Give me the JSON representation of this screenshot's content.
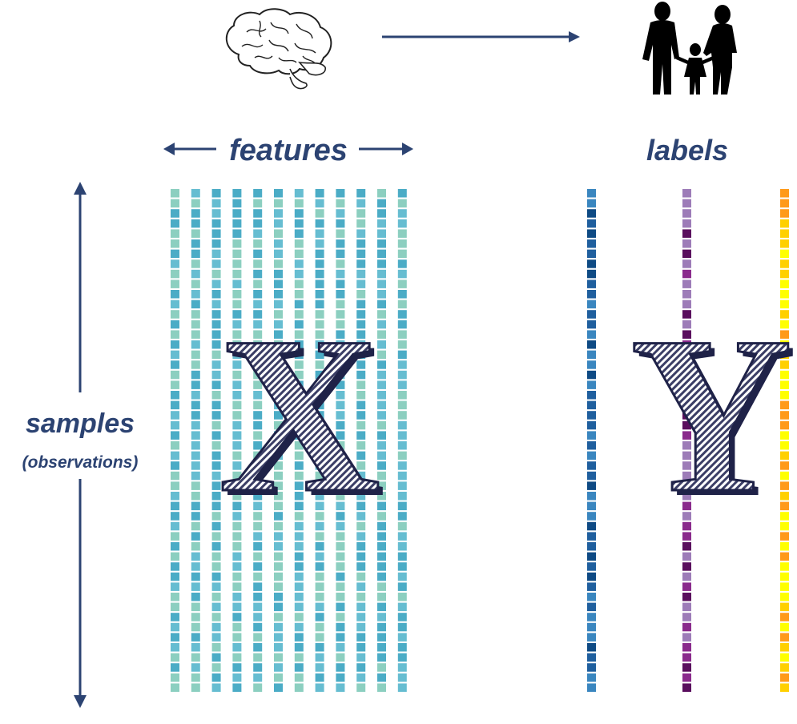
{
  "labels": {
    "features": "features",
    "labels": "labels",
    "samples": "samples",
    "observations": "(observations)"
  },
  "letters": {
    "x": "X",
    "y": "Y"
  },
  "icons": {
    "left": "brain-icon",
    "right": "family-silhouette-icon"
  },
  "colors": {
    "text": "#2c4372",
    "arrow": "#2c4372",
    "feature_cells": [
      "#4bacc6",
      "#8ccfc0",
      "#66bdd1"
    ],
    "label_col_1": [
      "#1f5f9e",
      "#3a86bf",
      "#0e4a84"
    ],
    "label_col_2": [
      "#5a0f5e",
      "#8a2a8c",
      "#9d7cb8"
    ],
    "label_col_3": [
      "#ffff00",
      "#ff9a1a",
      "#ffd000"
    ]
  },
  "matrix": {
    "feature_columns": 12,
    "rows": 50
  }
}
